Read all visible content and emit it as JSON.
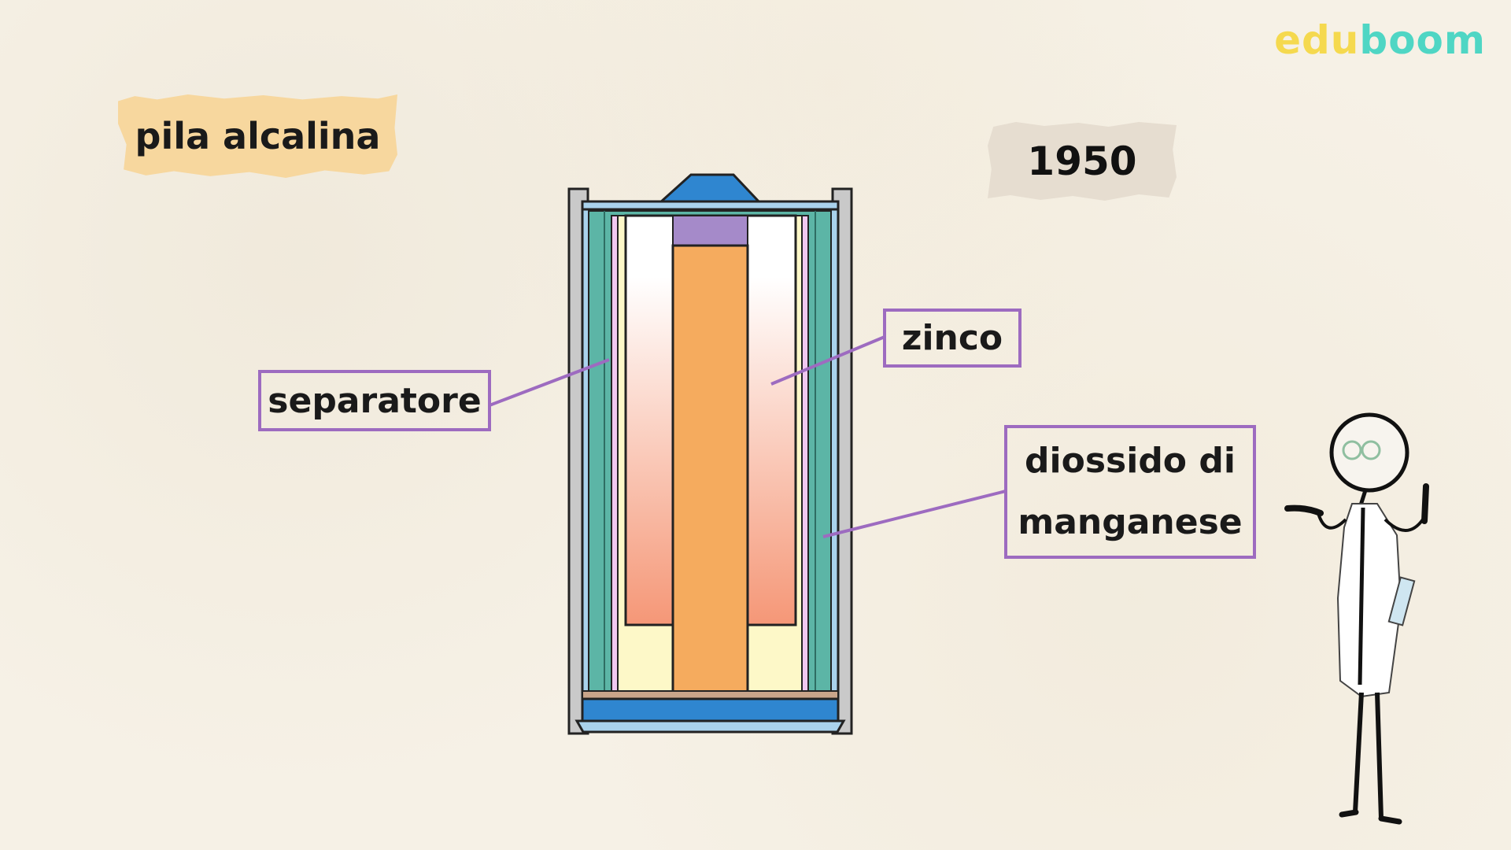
{
  "logo": {
    "part1": "edu",
    "part2": "boom"
  },
  "title": "pila alcalina",
  "year": "1950",
  "labels": {
    "separatore": "separatore",
    "zinco": "zinco",
    "diossido_line1": "diossido di",
    "diossido_line2": "manganese"
  },
  "colors": {
    "label_border": "#9d6bc0",
    "title_card": "#f7d79e",
    "year_card": "#e6ddd0",
    "casing": "#c9c9c9",
    "mno2_layer": "#5cb5a6",
    "separator_layer": "#f0c8f0",
    "zinc_gel_top": "#ffffff",
    "zinc_gel_bottom": "#f59777",
    "collector": "#f5ab5e",
    "collector_cap": "#a58ac9",
    "terminal": "#2f86d0",
    "electrolyte": "#fdf8c8"
  }
}
